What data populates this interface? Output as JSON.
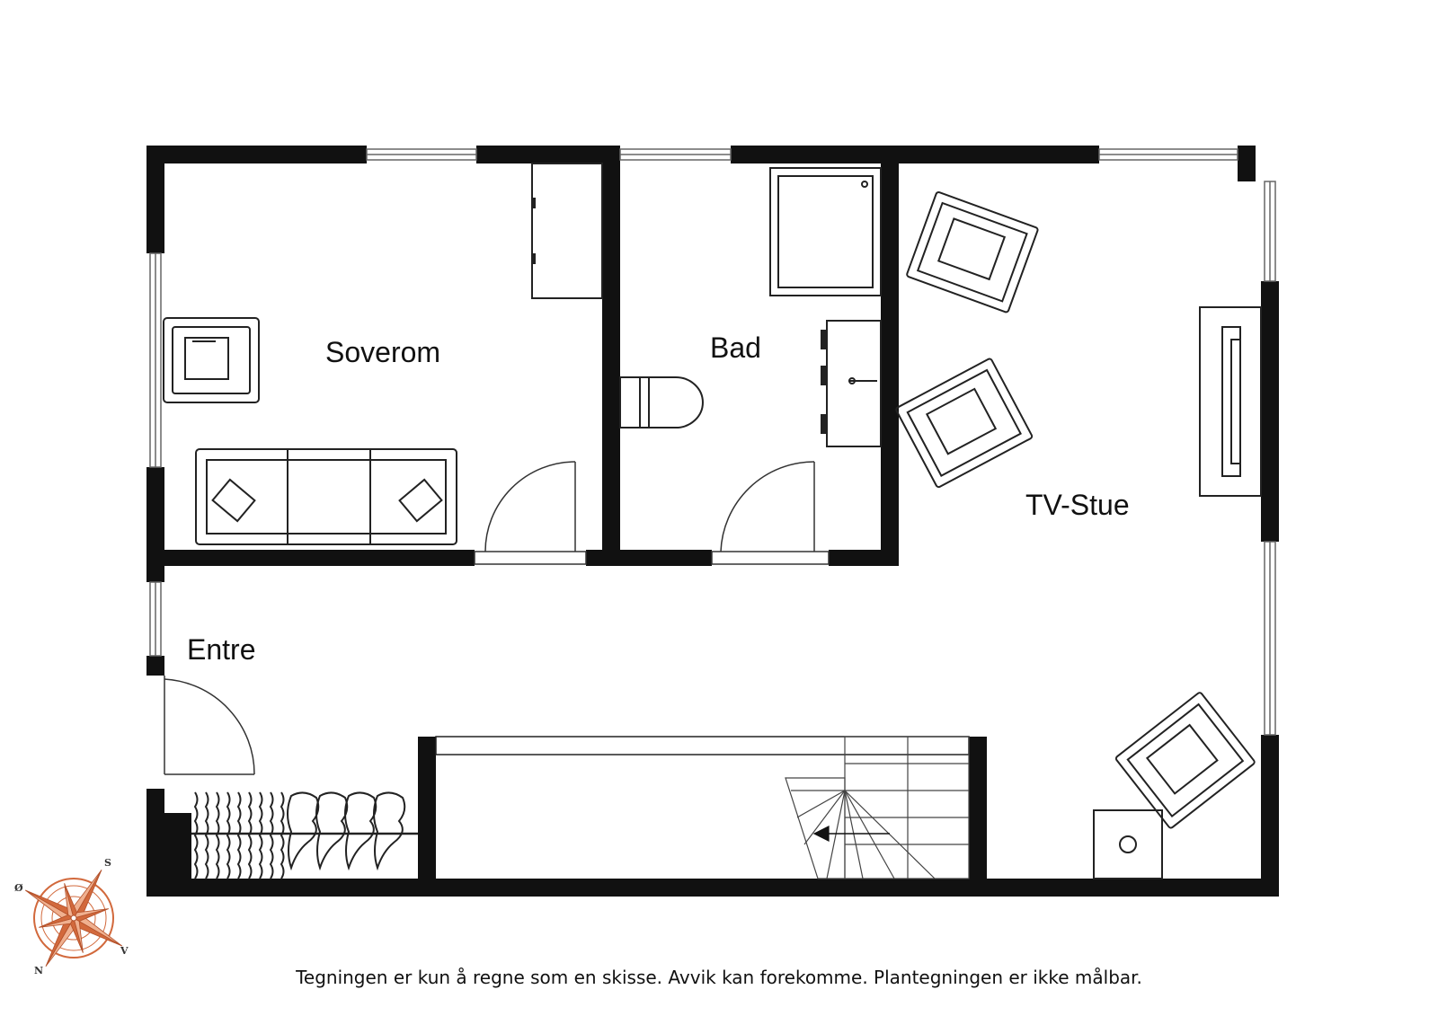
{
  "rooms": {
    "soverom": "Soverom",
    "bad": "Bad",
    "tv_stue": "TV-Stue",
    "entre": "Entre"
  },
  "footer": {
    "disclaimer": "Tegningen er kun å regne som en skisse. Avvik kan forekomme. Plantegningen er ikke målbar."
  },
  "compass": {
    "north": "N",
    "south": "S",
    "east": "Ø",
    "west": "V",
    "color": "#d2693c"
  },
  "colors": {
    "wall": "#111111",
    "line": "#222222"
  }
}
